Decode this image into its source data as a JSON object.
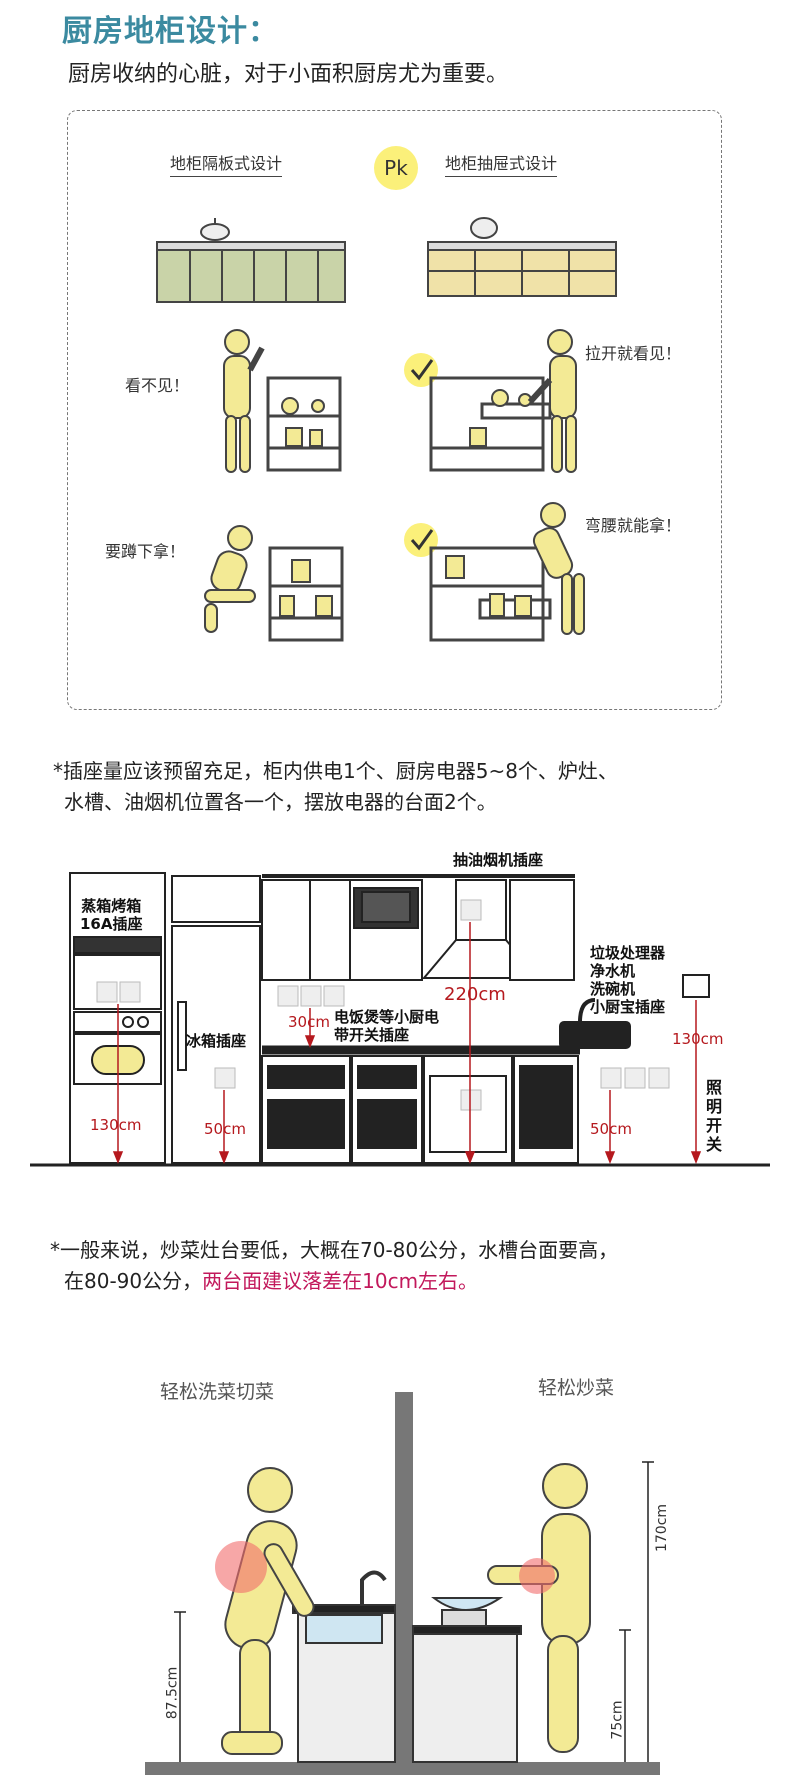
{
  "header": {
    "title": "厨房地柜设计：",
    "subtitle": "厨房收纳的心脏，对于小面积厨房尤为重要。"
  },
  "comparison": {
    "left_title": "地柜隔板式设计",
    "pk": "Pk",
    "right_title": "地柜抽屉式设计",
    "left_captions": [
      "看不见！",
      "要蹲下拿！"
    ],
    "right_captions": [
      "拉开就看见！",
      "弯腰就能拿！"
    ]
  },
  "notes": {
    "socket_note_line1": "*插座量应该预留充足，柜内供电1个、厨房电器5~8个、炉灶、",
    "socket_note_line2": "水槽、油烟机位置各一个，摆放电器的台面2个。",
    "height_note_line1": "*一般来说，炒菜灶台要低，大概在70-80公分，水槽台面要高，",
    "height_note_line2_prefix": "在80-90公分，",
    "height_note_line2_highlight": "两台面建议落差在10cm左右。"
  },
  "socket_diagram": {
    "hood_socket": "抽油烟机插座",
    "oven_socket_l1": "蒸箱烤箱",
    "oven_socket_l2": "16A插座",
    "fridge_socket": "冰箱插座",
    "small_appliance_l1": "电饭煲等小厨电",
    "small_appliance_l2": "带开关插座",
    "sink_l1": "垃圾处理器",
    "sink_l2": "净水机",
    "sink_l3": "洗碗机",
    "sink_l4": "小厨宝插座",
    "light_switch": "照明开关",
    "dim_130_left": "130cm",
    "dim_50_left": "50cm",
    "dim_30": "30cm",
    "dim_220": "220cm",
    "dim_50_right": "50cm",
    "dim_130_right": "130cm"
  },
  "height_diagram": {
    "left_title": "轻松洗菜切菜",
    "right_title": "轻松炒菜",
    "dim_875": "87.5cm",
    "dim_75": "75cm",
    "dim_170": "170cm"
  },
  "colors": {
    "title": "#3b8aa0",
    "figure_yellow": "#f3ea95",
    "cabinet_green": "#c9d3a8",
    "highlight_pink": "#c2185b",
    "dimension_red": "#b5191e",
    "pk_badge": "#fbf07a"
  }
}
